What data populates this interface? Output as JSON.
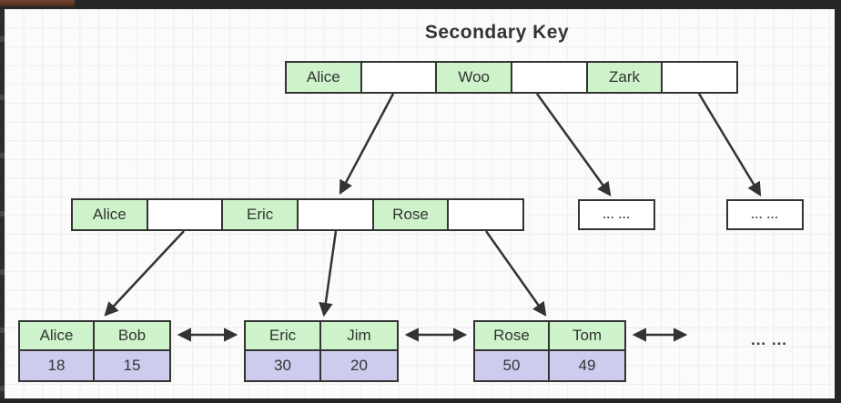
{
  "diagram": {
    "title": "Secondary Key",
    "root_node": {
      "cells": [
        "Alice",
        "",
        "Woo",
        "",
        "Zark",
        ""
      ]
    },
    "internal_node": {
      "cells": [
        "Alice",
        "",
        "Eric",
        "",
        "Rose",
        ""
      ]
    },
    "ellipsis_nodes": [
      "... ...",
      "... ..."
    ],
    "leaf_nodes": [
      {
        "keys": [
          "Alice",
          "Bob"
        ],
        "values": [
          "18",
          "15"
        ]
      },
      {
        "keys": [
          "Eric",
          "Jim"
        ],
        "values": [
          "30",
          "20"
        ]
      },
      {
        "keys": [
          "Rose",
          "Tom"
        ],
        "values": [
          "50",
          "49"
        ]
      }
    ],
    "trailing_ellipsis": "... ...",
    "edges": [
      {
        "from": "root-node",
        "to": "internal-node",
        "type": "arrow"
      },
      {
        "from": "root-node",
        "to": "ellipsis-node-1",
        "type": "arrow"
      },
      {
        "from": "root-node",
        "to": "ellipsis-node-2",
        "type": "arrow"
      },
      {
        "from": "internal-node",
        "to": "leaf-node-1",
        "type": "arrow"
      },
      {
        "from": "internal-node",
        "to": "leaf-node-2",
        "type": "arrow"
      },
      {
        "from": "internal-node",
        "to": "leaf-node-3",
        "type": "arrow"
      },
      {
        "from": "leaf-node-1",
        "to": "leaf-node-2",
        "type": "double-arrow"
      },
      {
        "from": "leaf-node-2",
        "to": "leaf-node-3",
        "type": "double-arrow"
      },
      {
        "from": "leaf-node-3",
        "to": "trailing-ellipsis",
        "type": "double-arrow"
      }
    ],
    "colors": {
      "canvas": "#fbfbfb",
      "grid_line": "#ededed",
      "stroke": "#333333",
      "text": "#333333",
      "key_cell_fill": "#cef3ca",
      "value_cell_fill": "#cdccee",
      "pointer_cell_fill": "#ffffff",
      "frame": "#262626",
      "accent_tab": "#63392a"
    }
  }
}
